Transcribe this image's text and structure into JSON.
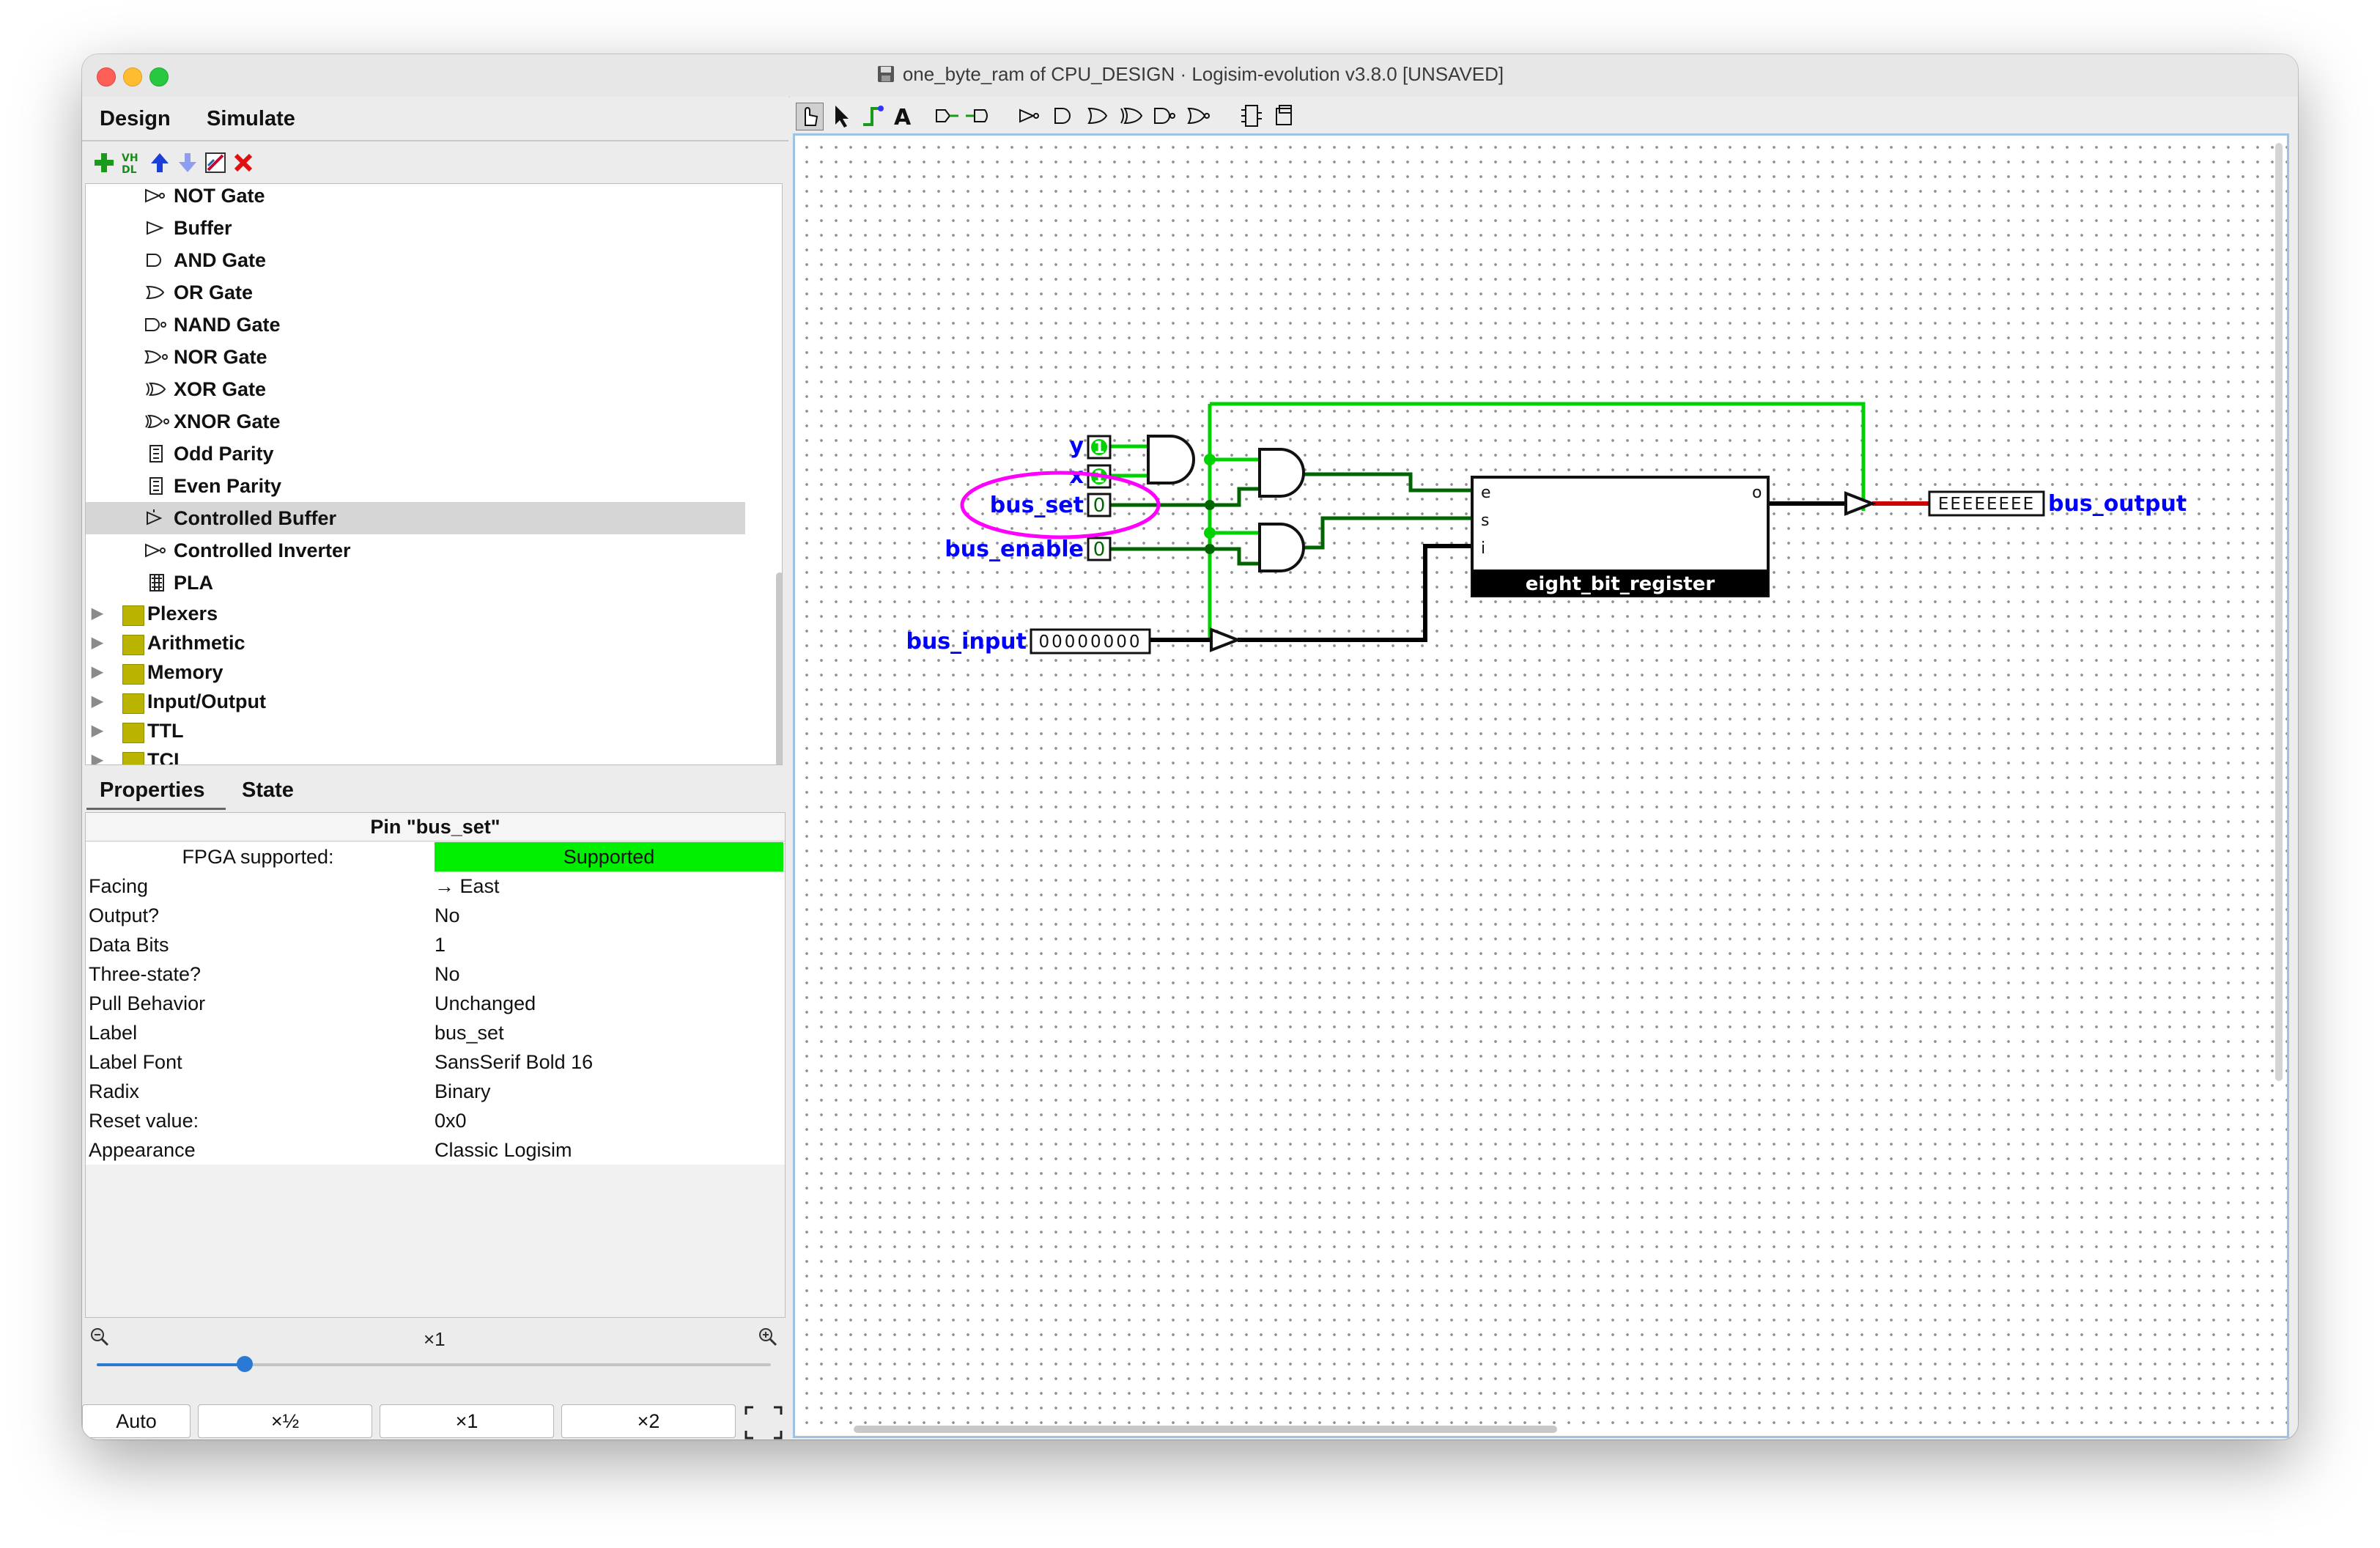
{
  "window": {
    "title": "one_byte_ram of CPU_DESIGN · Logisim-evolution v3.8.0 [UNSAVED]"
  },
  "left_tabs": [
    "Design",
    "Simulate"
  ],
  "toolbar_icons": [
    "add-circuit-icon",
    "vhdl-icon",
    "move-up-icon",
    "move-down-icon",
    "edit-appearance-icon",
    "delete-icon"
  ],
  "tree": {
    "gates": [
      "NOT Gate",
      "Buffer",
      "AND Gate",
      "OR Gate",
      "NAND Gate",
      "NOR Gate",
      "XOR Gate",
      "XNOR Gate",
      "Odd Parity",
      "Even Parity",
      "Controlled Buffer",
      "Controlled Inverter",
      "PLA"
    ],
    "selected": "Controlled Buffer",
    "folders": [
      "Plexers",
      "Arithmetic",
      "Memory",
      "Input/Output",
      "TTL",
      "TCL"
    ]
  },
  "props_tabs": [
    "Properties",
    "State"
  ],
  "properties": {
    "title": "Pin \"bus_set\"",
    "fpga_label": "FPGA supported:",
    "fpga_value": "Supported",
    "fpga_color": "#00ee00",
    "rows": [
      {
        "key": "Facing",
        "value": "→ East"
      },
      {
        "key": "Output?",
        "value": "No"
      },
      {
        "key": "Data Bits",
        "value": "1"
      },
      {
        "key": "Three-state?",
        "value": "No"
      },
      {
        "key": "Pull Behavior",
        "value": "Unchanged"
      },
      {
        "key": "Label",
        "value": "bus_set"
      },
      {
        "key": "Label Font",
        "value": "SansSerif Bold 16"
      },
      {
        "key": "Radix",
        "value": "Binary"
      },
      {
        "key": "Reset value:",
        "value": "0x0"
      },
      {
        "key": "Appearance",
        "value": "Classic Logisim"
      }
    ]
  },
  "zoom": {
    "current": "×1",
    "slider_fraction": 0.22,
    "buttons": [
      "Auto",
      "×½",
      "×1",
      "×2"
    ]
  },
  "circuit": {
    "pin_labels": {
      "y": "y",
      "x": "x",
      "bus_set": "bus_set",
      "bus_enable": "bus_enable",
      "bus_input": "bus_input",
      "bus_output": "bus_output"
    },
    "pin_values": {
      "y": "1",
      "x": "1",
      "bus_set": "0",
      "bus_enable": "0"
    },
    "bus_input_value": "00000000",
    "bus_output_value": "EEEEEEEE",
    "register_name": "eight_bit_register",
    "register_ports": {
      "e": "e",
      "s": "s",
      "i": "i",
      "o": "o"
    },
    "colors": {
      "wire_on": "#00d200",
      "wire_off": "#006400",
      "bus": "#000000",
      "error": "#cc0000",
      "label": "#0000ff",
      "highlight": "#ff00ff"
    }
  }
}
